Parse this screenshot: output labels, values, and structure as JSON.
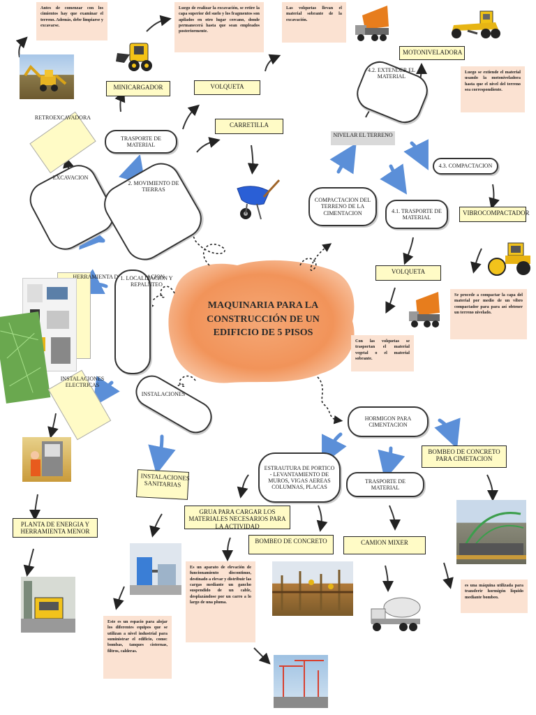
{
  "center": {
    "title": "MAQUINARIA PARA LA CONSTRUCCIÓN DE UN EDIFICIO DE 5 PISOS"
  },
  "labels": {
    "minicargador": "MINICARGADOR",
    "volqueta_top": "VOLQUETA",
    "carretilla": "CARRETILLA",
    "motoniveladora": "MOTONIVELADORA",
    "nivelar": "NIVELAR EL TERRENO",
    "compactacion43": "4.3. COMPACTACION",
    "vibrocompactador": "VIBROCOMPACTADOR",
    "volqueta_mid": "VOLQUETA",
    "retroexcavadora": "RETROEXCAVADORA",
    "herramienta": "HERRAMIENTA DE LOCALIZACION",
    "instalaciones_electricas": "INSTALACIONES ELECTRICAS",
    "instalaciones_sanitarias": "INSTALACIONES SANITARIAS",
    "planta": "PLANTA DE ENERGIA Y HERRAMIENTA MENOR",
    "grua": "GRUA PARA CARGAR LOS MATERIALES NECESARIOS PARA LA ACTIVIDAD",
    "bombeo_concreto": "BOMBEO DE CONCRETO",
    "camion_mixer": "CAMION MIXER",
    "bombeo_cimentacion": "BOMBEO DE CONCRETO PARA CIMETACION"
  },
  "pills": {
    "trasporte_material": "TRASPORTE DE MATERIAL",
    "extender": "4.2. EXTENDER EL MATERIAL",
    "movimiento": "2. MOVIMIENTO DE TIERRAS",
    "excavacion": "EXCAVACION",
    "compactacion_cim": "COMPACTACION DEL TERRENO DE LA CIMENTACION",
    "trasporte41": "4.1. TRASPORTE DE MATERIAL",
    "localizacion": "1. LOCALIZACION Y REPALNTEO",
    "instalaciones": "INSTALACIONES",
    "hormigon": "HORMIGON PARA CIMENTACION",
    "estructura": "ESTRAUTURA DE PORTICO - LEVANTAMIENTO DE MUROS, VIGAS AEREAS COLUMNAS, PLACAS",
    "trasporte_bottom": "TRASPORTE DE MATERIAL"
  },
  "notes": {
    "antes": "Antes de comenzar con los cimientos hay que examinar el terreno. Además, debe limpiarse y excavarse.",
    "luego_excavacion": "Luego de realizar la excavación, se retire la capa superior del suelo y los fragmentos son apilados en otro lugar cercano, donde permanecerá hasta que sean empleados posteriormente.",
    "volquetas": "Las volquetas llevan el material sobrante de la excavación.",
    "luego_extiende": "Luego se extiende el material usando la motoniveladora hasta que el nivel del terreno sea correspondiente.",
    "compactar": "Se procede a compactar la capa del material por medio de un vibro compactador para para así obtener un terreno nivelado.",
    "con_volquetas": "Con las volquetas se trasportan el material vegetal o el material sobrante.",
    "grua_desc": "Es un aparato de elevación de funcionamiento discontinuo, destinado a elevar y distribuir las cargas mediante un gancho suspendido de un cable, desplazándose por un carro a lo largo de una pluma.",
    "espacio": "Este es un espacio para alojar los diferentes equipos que se utilizan a nivel industrial para suministrar el edificio, como: bombas, tanques cisternas, filtros, calderas.",
    "bomba_desc": "es una máquina utilizada para transferir hormigón líquido mediante bombeo."
  },
  "colors": {
    "watercolor": "#f08a4b",
    "label_bg": "#fffbc6",
    "note_bg": "#fbe2d2",
    "arrow_blue": "#5b8fd8"
  }
}
